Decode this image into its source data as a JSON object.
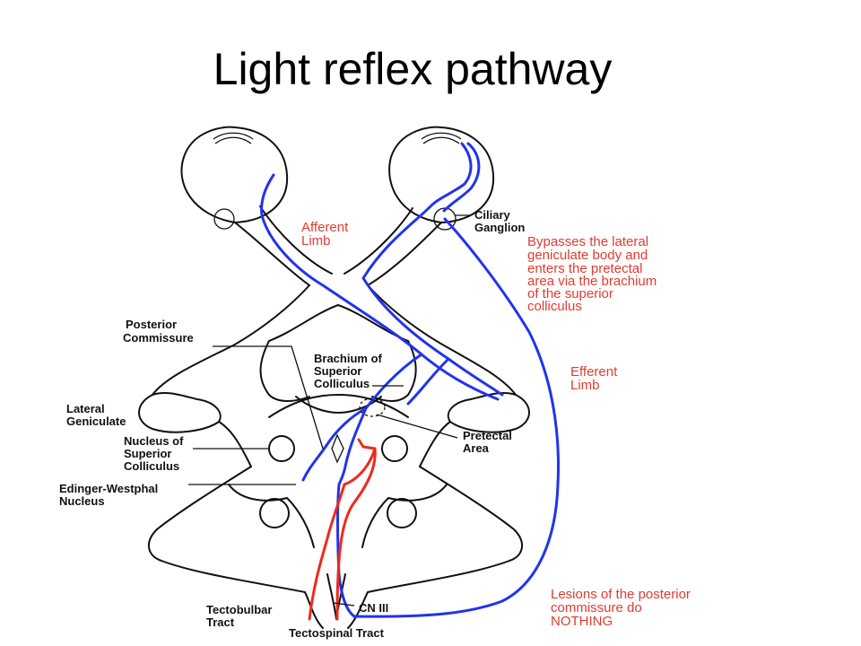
{
  "title": "Light reflex pathway",
  "labels": {
    "afferent_1": "Afferent",
    "afferent_2": "Limb",
    "ciliary_1": "Ciliary",
    "ciliary_2": "Ganglion",
    "bypass_1": "Bypasses the lateral",
    "bypass_2": "geniculate body and",
    "bypass_3": "enters the pretectal",
    "bypass_4": "area via the brachium",
    "bypass_5": "of the superior",
    "bypass_6": "colliculus",
    "post_comm_1": "Posterior",
    "post_comm_2": "Commissure",
    "brachium_1": "Brachium of",
    "brachium_2": "Superior",
    "brachium_3": "Colliculus",
    "efferent_1": "Efferent",
    "efferent_2": "Limb",
    "lat_gen_1": "Lateral",
    "lat_gen_2": "Geniculate",
    "pretectal_1": "Pretectal",
    "pretectal_2": "Area",
    "nucleus_1": "Nucleus of",
    "nucleus_2": "Superior",
    "nucleus_3": "Colliculus",
    "ew_1": "Edinger-Westphal",
    "ew_2": "Nucleus",
    "cn3": "CN III",
    "tectobulbar_1": "Tectobulbar",
    "tectobulbar_2": "Tract",
    "tectospinal": "Tectospinal Tract",
    "lesions_1": "Lesions of the posterior",
    "lesions_2": "commissure do",
    "lesions_3": "NOTHING"
  },
  "colors": {
    "afferent": "#2233ee",
    "red_annotation": "#e23b2e",
    "outline": "#111111"
  }
}
